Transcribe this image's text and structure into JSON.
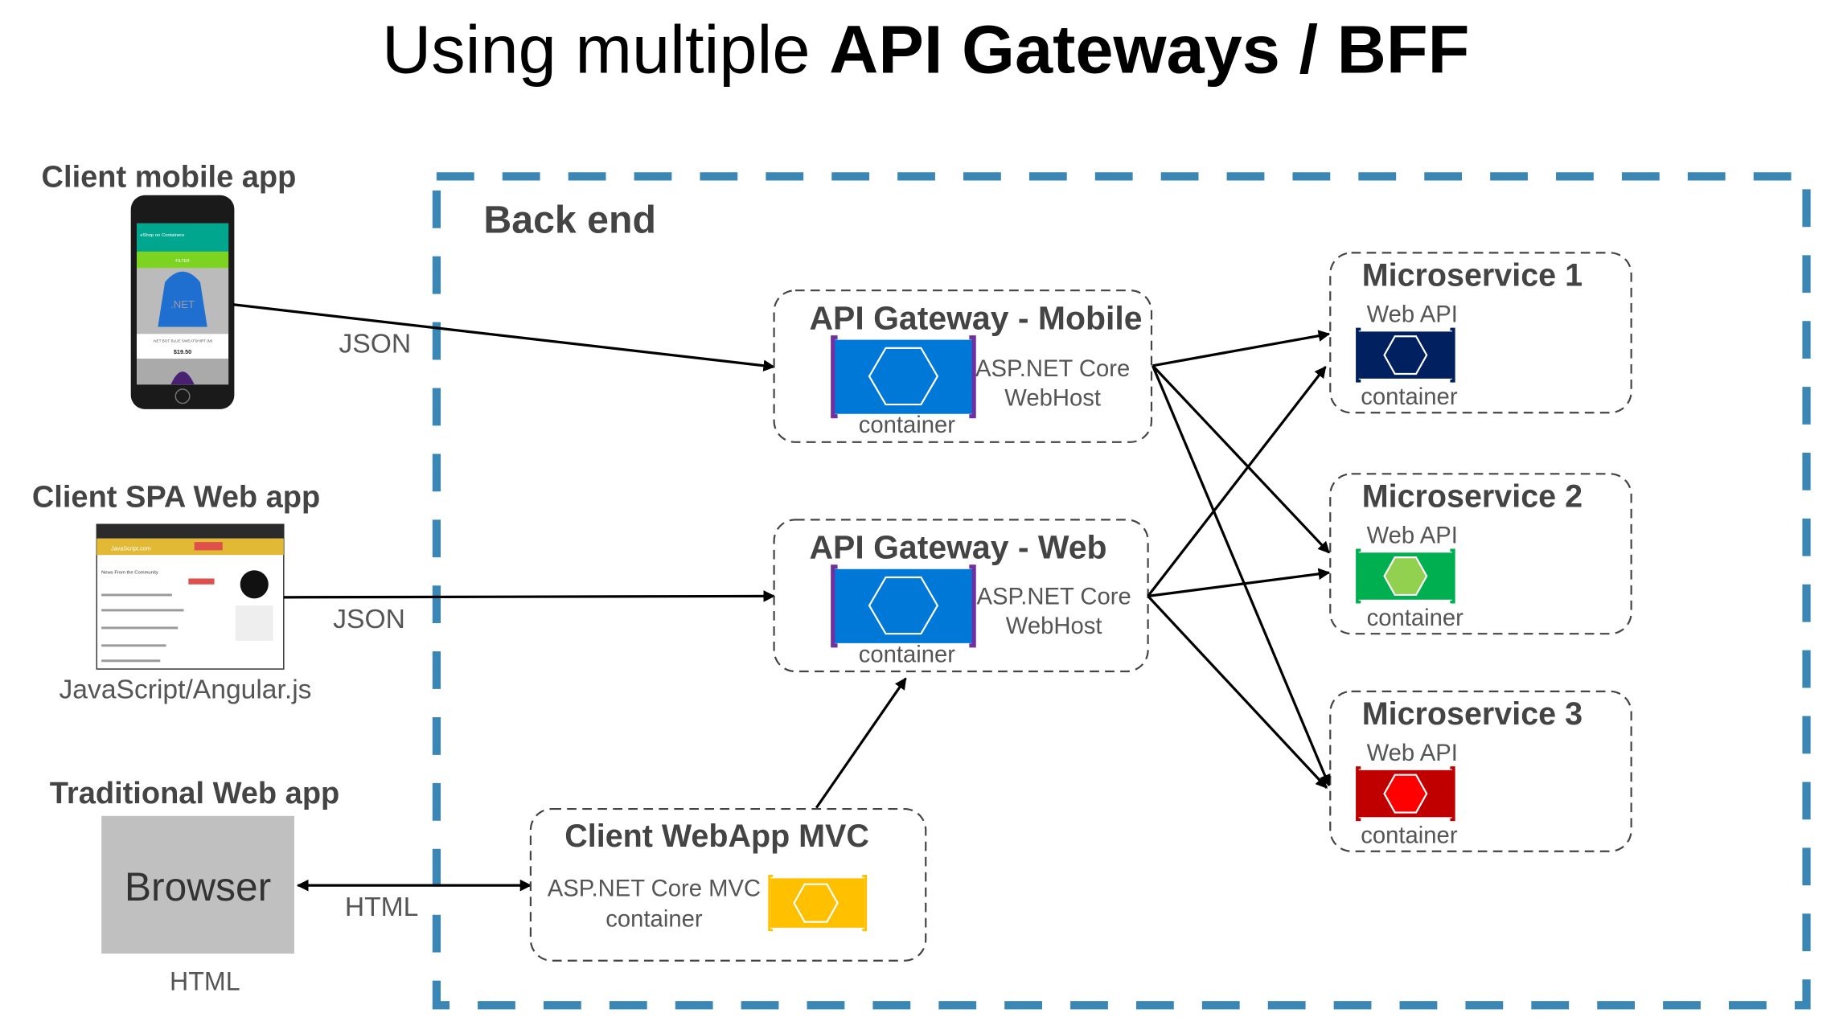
{
  "title": {
    "prefix": "Using multiple ",
    "bold": "API Gateways / BFF"
  },
  "backend": {
    "label": "Back end",
    "border_color": "#3a87b5"
  },
  "clients": {
    "mobile": {
      "label": "Client mobile app",
      "protocol": "JSON",
      "screen": {
        "app_title": "eShop on Containers",
        "filter": "FILTER",
        "product": ".NET BOT BLUE SWEATSHIRT (M)",
        "price": "$19.50",
        "logo": ".NET"
      }
    },
    "spa": {
      "label": "Client SPA Web app",
      "protocol": "JSON",
      "caption": "JavaScript/Angular.js",
      "screen": {
        "site": "JavaScript.com",
        "heading": "News From the Community"
      }
    },
    "web": {
      "label": "Traditional Web app",
      "browser": "Browser",
      "protocol": "HTML",
      "caption": "HTML"
    }
  },
  "gateways": [
    {
      "title": "API Gateway - Mobile",
      "line1": "ASP.NET Core",
      "line2": "WebHost",
      "container": "container"
    },
    {
      "title": "API Gateway - Web",
      "line1": "ASP.NET Core",
      "line2": "WebHost",
      "container": "container"
    }
  ],
  "gateway_colors": {
    "fill": "#0078d7",
    "bracket": "#7030a0"
  },
  "mvc": {
    "title": "Client WebApp MVC",
    "line1": "ASP.NET Core MVC",
    "line2": "container",
    "fill": "#ffc000"
  },
  "microservices": [
    {
      "title": "Microservice 1",
      "subtitle": "Web API",
      "container": "container",
      "fill": "#002060",
      "hex": "#002060"
    },
    {
      "title": "Microservice 2",
      "subtitle": "Web API",
      "container": "container",
      "fill": "#00b050",
      "hex": "#92d050"
    },
    {
      "title": "Microservice 3",
      "subtitle": "Web API",
      "container": "container",
      "fill": "#c00000",
      "hex": "#ff0000"
    }
  ]
}
